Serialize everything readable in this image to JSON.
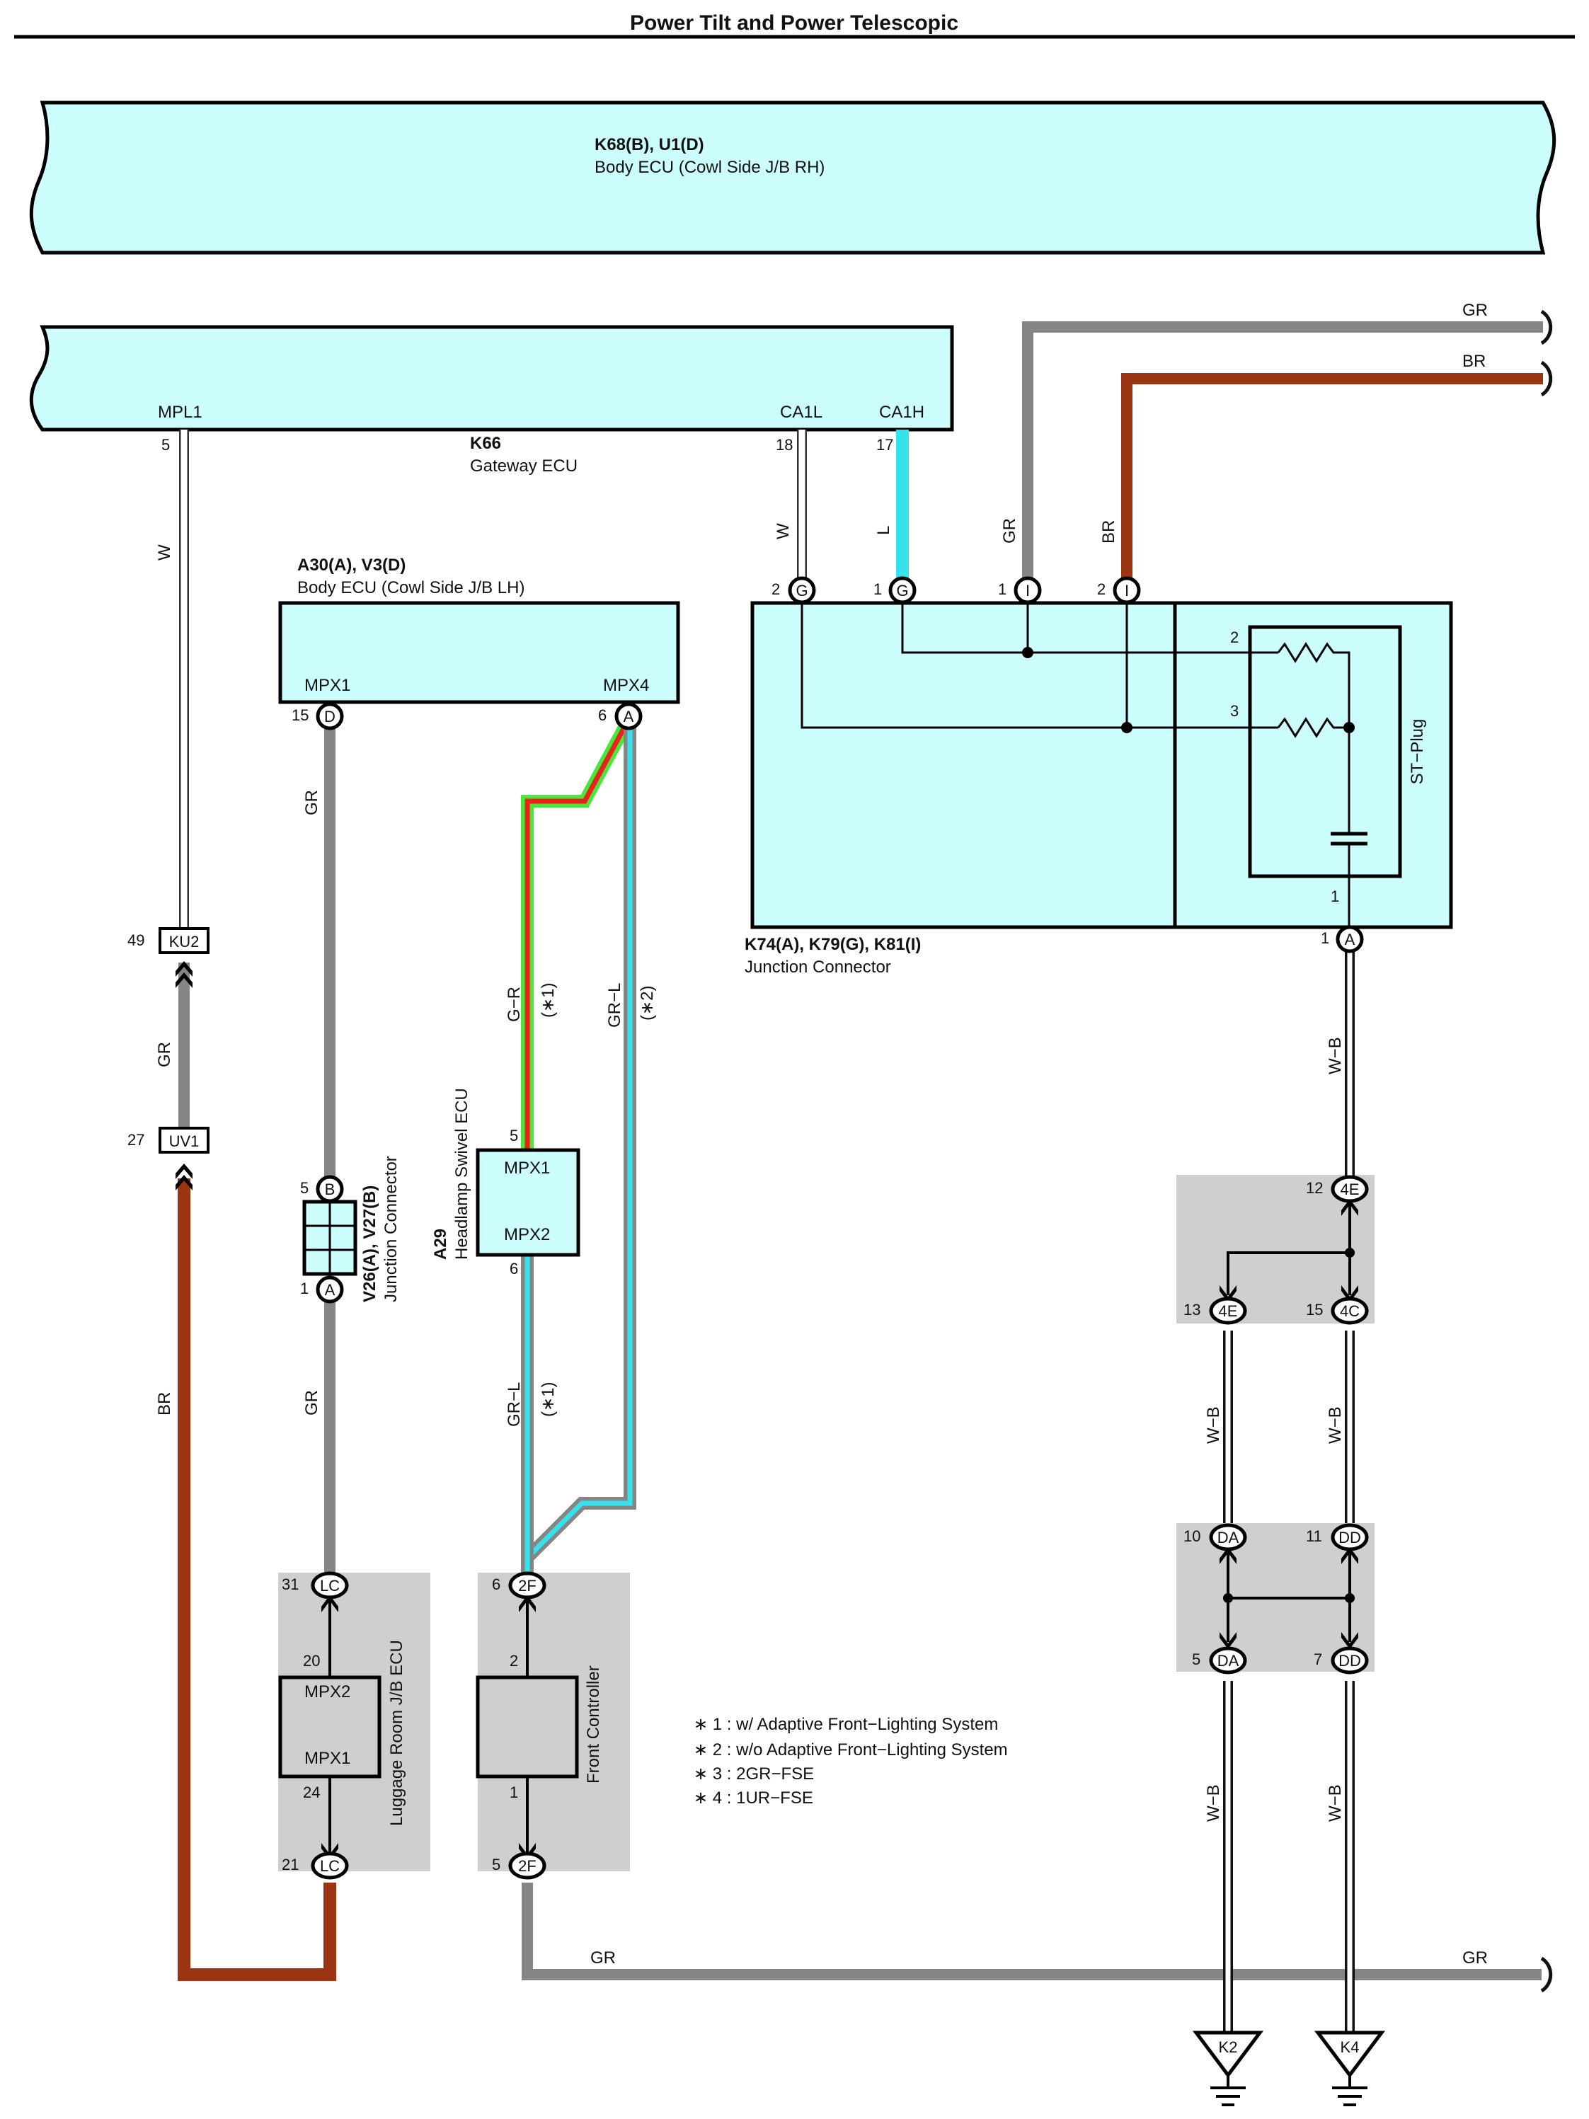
{
  "title": "Power Tilt and Power Telescopic",
  "colors": {
    "W": "#ffffff",
    "GR": "#858585",
    "BR": "#9b3412",
    "L": "#36e2ec",
    "R": "#e8231b",
    "G": "#4ae63a",
    "WB": "#ffffff",
    "box_fill": "#ccfefe",
    "shade": "#cfcfcf"
  },
  "components": {
    "body_ecu_rh": {
      "code": "K68(B), U1(D)",
      "name": "Body ECU (Cowl Side J/B RH)"
    },
    "gateway_ecu": {
      "code": "K66",
      "name": "Gateway ECU",
      "pins": {
        "mpl1": "MPL1",
        "ca1l": "CA1L",
        "ca1h": "CA1H"
      }
    },
    "body_ecu_lh": {
      "code": "A30(A), V3(D)",
      "name": "Body ECU (Cowl Side J/B LH)",
      "pins": {
        "mpx1": "MPX1",
        "mpx4": "MPX4"
      }
    },
    "junction_k74": {
      "code": "K74(A), K79(G), K81(I)",
      "name": "Junction Connector",
      "st_plug": "ST−Plug"
    },
    "junction_v26": {
      "code": "V26(A), V27(B)",
      "name": "Junction Connector"
    },
    "headlamp_ecu": {
      "code": "A29",
      "name": "Headlamp Swivel ECU",
      "pin_a": "MPX1",
      "pin_b": "MPX2"
    },
    "luggage_ecu": {
      "name": "Luggage Room J/B ECU",
      "pin_a": "MPX2",
      "pin_b": "MPX1"
    },
    "front_controller": {
      "name": "Front Controller"
    }
  },
  "wires": {
    "w": "W",
    "gr": "GR",
    "br": "BR",
    "l": "L",
    "g_r": "G−R",
    "gr_l": "GR−L",
    "w_b": "W−B",
    "star1": "(∗1)",
    "star2": "(∗2)"
  },
  "connectors": {
    "ku2": "KU2",
    "uv1": "UV1",
    "d": "D",
    "a": "A",
    "b": "B",
    "g": "G",
    "i": "I",
    "lc": "LC",
    "f2": "2F",
    "e4": "4E",
    "c4": "4C",
    "da": "DA",
    "dd": "DD",
    "k2": "K2",
    "k4": "K4"
  },
  "pins": {
    "p1": "1",
    "p2": "2",
    "p3": "3",
    "p5": "5",
    "p6": "6",
    "p7": "7",
    "p10": "10",
    "p11": "11",
    "p12": "12",
    "p13": "13",
    "p15": "15",
    "p17": "17",
    "p18": "18",
    "p20": "20",
    "p21": "21",
    "p24": "24",
    "p27": "27",
    "p31": "31",
    "p49": "49"
  },
  "notes": [
    "∗ 1 : w/ Adaptive Front−Lighting System",
    "∗ 2 : w/o Adaptive Front−Lighting System",
    "∗ 3 : 2GR−FSE",
    "∗ 4 : 1UR−FSE"
  ]
}
